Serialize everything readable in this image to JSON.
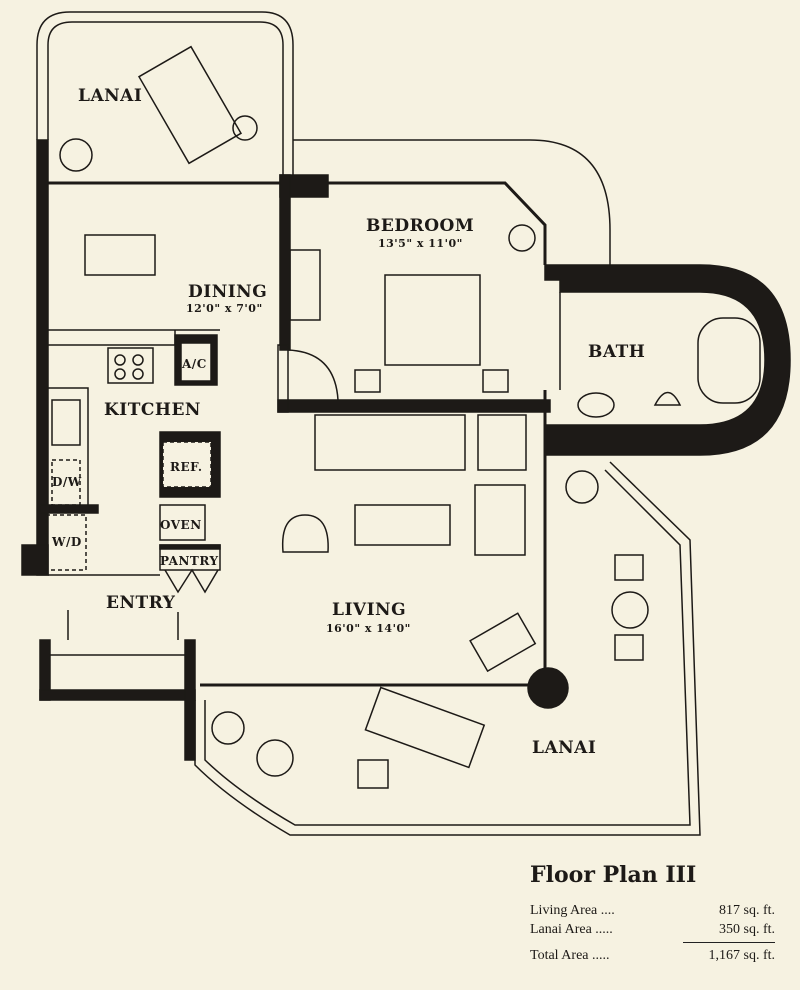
{
  "rooms": {
    "lanai_top": "LANAI",
    "dining": "DINING",
    "dining_dim": "12'0\" x 7'0\"",
    "bedroom": "BEDROOM",
    "bedroom_dim": "13'5\" x 11'0\"",
    "bath": "BATH",
    "kitchen": "KITCHEN",
    "ac": "A/C",
    "ref": "REF.",
    "dw": "D/W",
    "wd": "W/D",
    "oven": "OVEN",
    "pantry": "PANTRY",
    "entry": "ENTRY",
    "living": "LIVING",
    "living_dim": "16'0\" x 14'0\"",
    "lanai_bottom": "LANAI"
  },
  "summary": {
    "title": "Floor Plan III",
    "rows": [
      {
        "label": "Living Area ....",
        "value": "817 sq. ft."
      },
      {
        "label": "Lanai Area .....",
        "value": "350 sq. ft."
      },
      {
        "label": "Total Area .....",
        "value": "1,167 sq. ft."
      }
    ]
  }
}
